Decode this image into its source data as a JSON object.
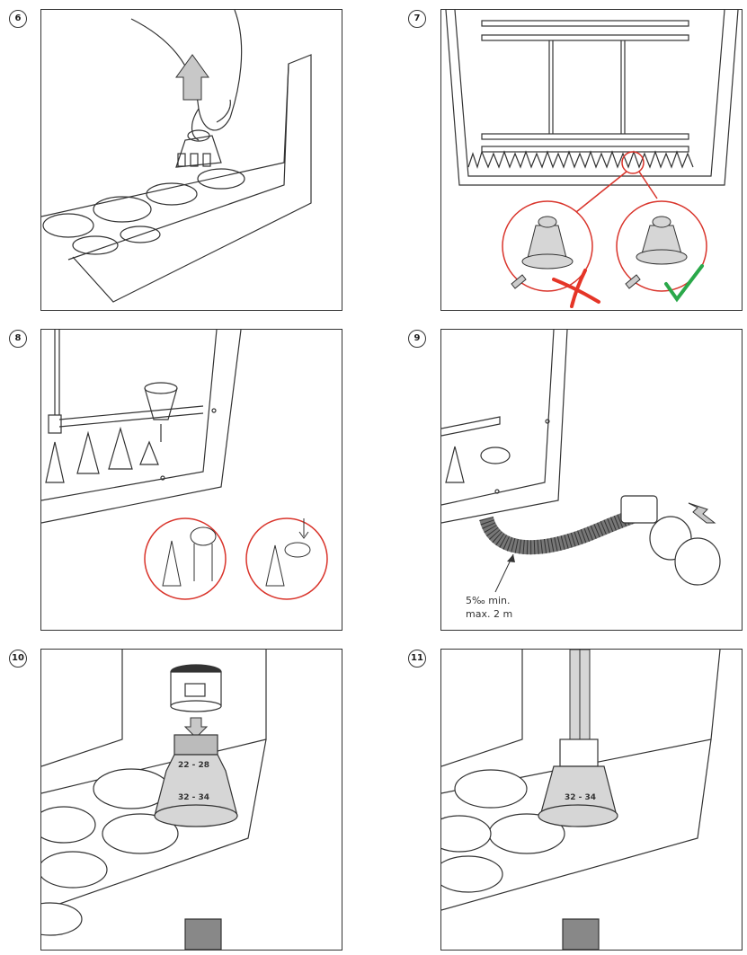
{
  "steps": [
    {
      "number": "6"
    },
    {
      "number": "7"
    },
    {
      "number": "8"
    },
    {
      "number": "9"
    },
    {
      "number": "10"
    },
    {
      "number": "11"
    }
  ],
  "step9": {
    "slope_label": "5‰ min.",
    "length_label": "max. 2 m"
  },
  "step10": {
    "size_top": "22 - 28",
    "size_bottom": "32 - 34"
  },
  "step11": {
    "size_label": "32 - 34"
  },
  "colors": {
    "line": "#333333",
    "highlight": "#d9342b",
    "wrong": "#e53527",
    "right": "#2aa84a",
    "part": "#d6d6d6"
  }
}
